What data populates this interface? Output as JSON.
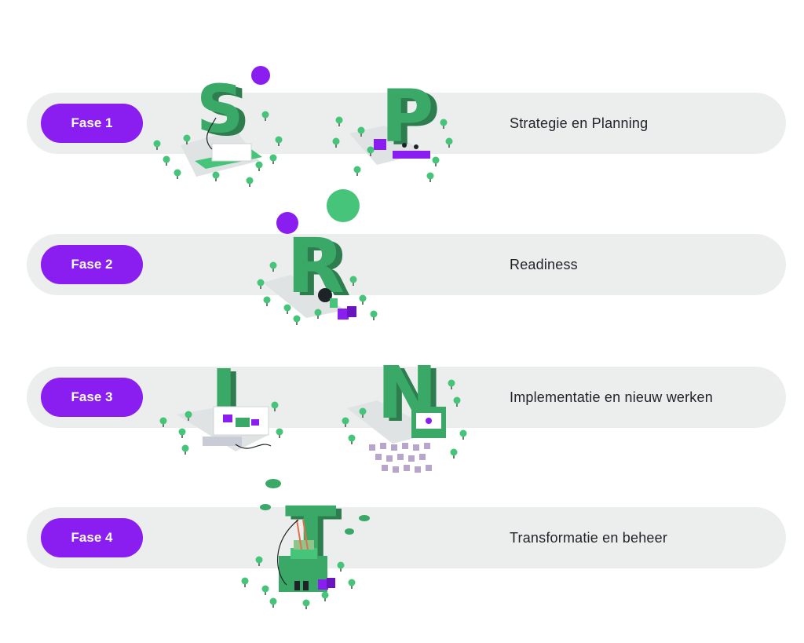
{
  "colors": {
    "accent_purple": "#8a1df0",
    "letter_green": "#3aa866",
    "row_background": "#eceeee",
    "text": "#1e2328"
  },
  "phases": [
    {
      "badge": "Fase 1",
      "title": "Strategie en Planning",
      "letters": [
        "S",
        "P"
      ]
    },
    {
      "badge": "Fase 2",
      "title": "Readiness",
      "letters": [
        "R"
      ]
    },
    {
      "badge": "Fase 3",
      "title": "Implementatie en nieuw werken",
      "letters": [
        "I",
        "N"
      ]
    },
    {
      "badge": "Fase 4",
      "title": "Transformatie en beheer",
      "letters": [
        "T"
      ]
    }
  ]
}
